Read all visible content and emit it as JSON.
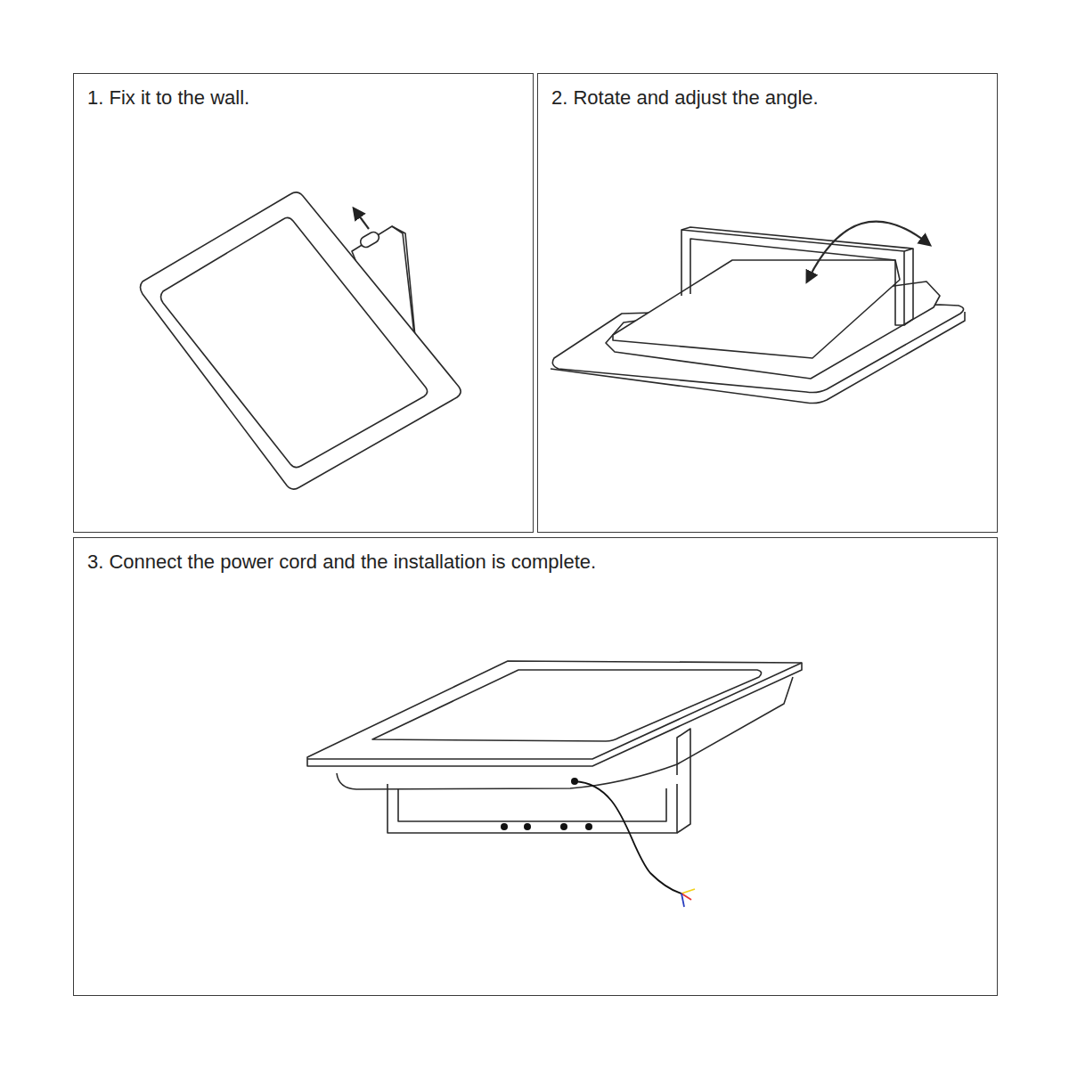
{
  "diagram": {
    "nodes": [
      {
        "text": [
          "1. Fix it to the wall."
        ]
      },
      {
        "text": [
          "2. Rotate and adjust the angle."
        ]
      },
      {
        "text": [
          "3. Connect the power cord and the installation is complete."
        ]
      }
    ]
  }
}
